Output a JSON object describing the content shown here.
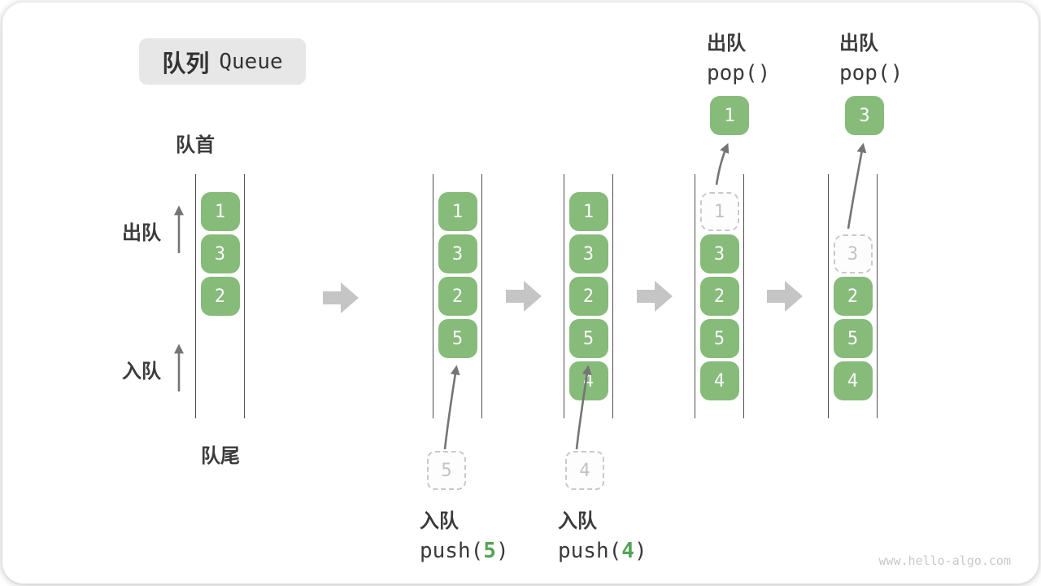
{
  "title": {
    "zh": "队列",
    "en": "Queue"
  },
  "labels": {
    "front": "队首",
    "rear": "队尾",
    "dequeue_side": "出队",
    "enqueue_side": "入队"
  },
  "columns": [
    {
      "cells": [
        "1",
        "3",
        "2"
      ]
    },
    {
      "cells": [
        "1",
        "3",
        "2",
        "5"
      ],
      "pending": "5",
      "op": {
        "action": "入队",
        "code_pre": "push(",
        "arg": "5",
        "code_post": ")"
      }
    },
    {
      "cells": [
        "1",
        "3",
        "2",
        "5",
        "4"
      ],
      "pending": "4",
      "op": {
        "action": "入队",
        "code_pre": "push(",
        "arg": "4",
        "code_post": ")"
      }
    },
    {
      "dashed_cell": "1",
      "cells": [
        "3",
        "2",
        "5",
        "4"
      ],
      "popped": "1",
      "op": {
        "action": "出队",
        "code": "pop()"
      }
    },
    {
      "dashed_cell": "3",
      "cells": [
        "2",
        "5",
        "4"
      ],
      "popped": "3",
      "op": {
        "action": "出队",
        "code": "pop()"
      }
    }
  ],
  "watermark": "www.hello-algo.com",
  "colors": {
    "box_green": "#86bb7a",
    "arg_green": "#55a355",
    "title_bg": "#e7e7e7",
    "dashed_gray": "#c9c9c9",
    "block_arrow_gray": "#c5c5c5",
    "line_gray": "#4f4f4f"
  }
}
